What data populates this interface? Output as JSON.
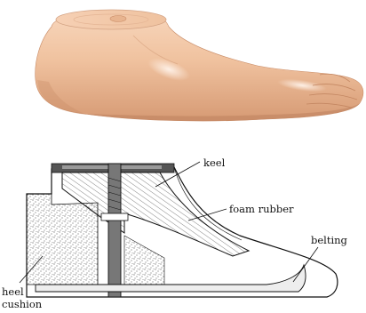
{
  "labels": {
    "keel": "keel",
    "foam_rubber": "foam rubber",
    "belting": "belting",
    "heel_cushion_line1": "heel",
    "heel_cushion_line2": "cushion"
  },
  "colors": {
    "skin_base": "#f1c7a3",
    "skin_shadow": "#d99e7a",
    "skin_highlight": "#fbe5d3",
    "ink": "#111111"
  }
}
